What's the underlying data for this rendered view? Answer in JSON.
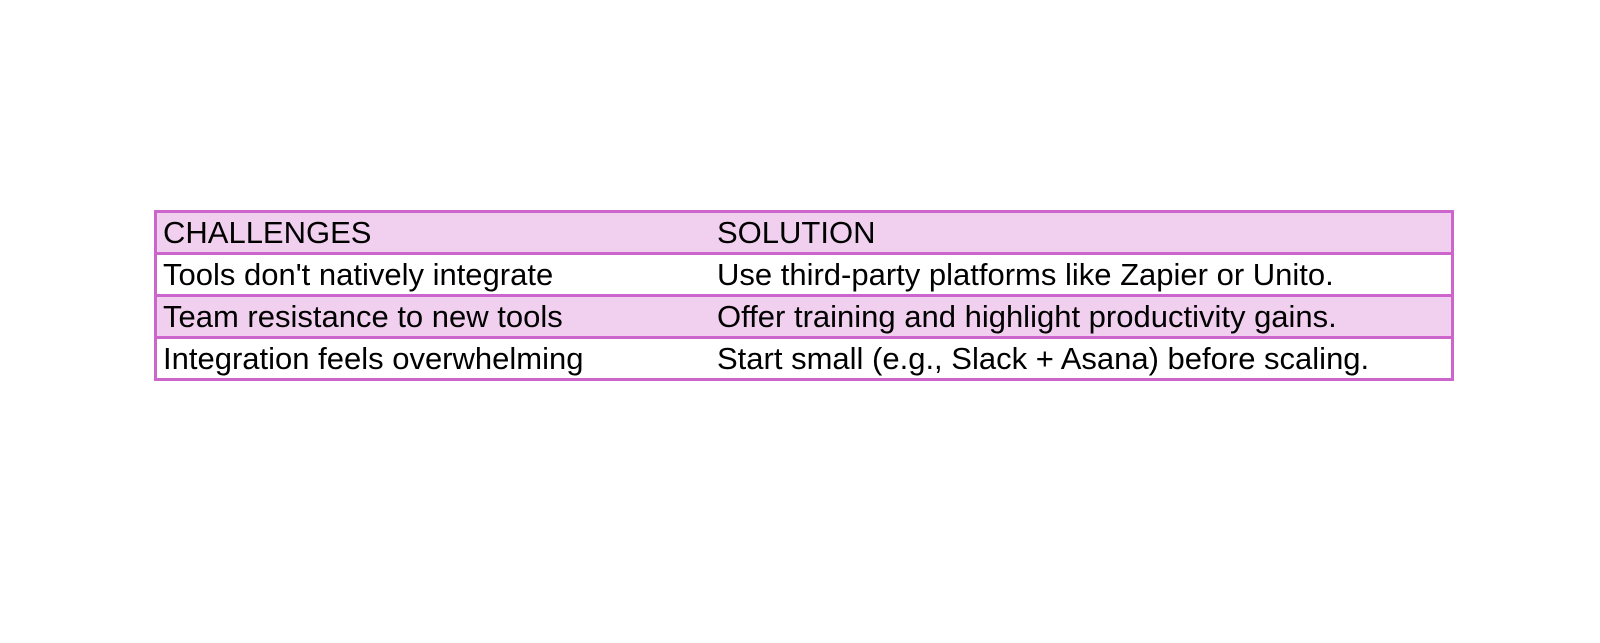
{
  "table": {
    "headers": [
      "CHALLENGES",
      "SOLUTION"
    ],
    "rows": [
      [
        "Tools don't natively integrate",
        "Use third-party platforms like Zapier or Unito."
      ],
      [
        "Team resistance to new tools",
        "Offer training and highlight productivity gains."
      ],
      [
        "Integration feels overwhelming",
        "Start small (e.g., Slack + Asana) before scaling."
      ]
    ]
  },
  "colors": {
    "border": "#cc66cc",
    "shaded_row": "#f1cfee",
    "plain_row": "#ffffff",
    "text": "#000000"
  }
}
